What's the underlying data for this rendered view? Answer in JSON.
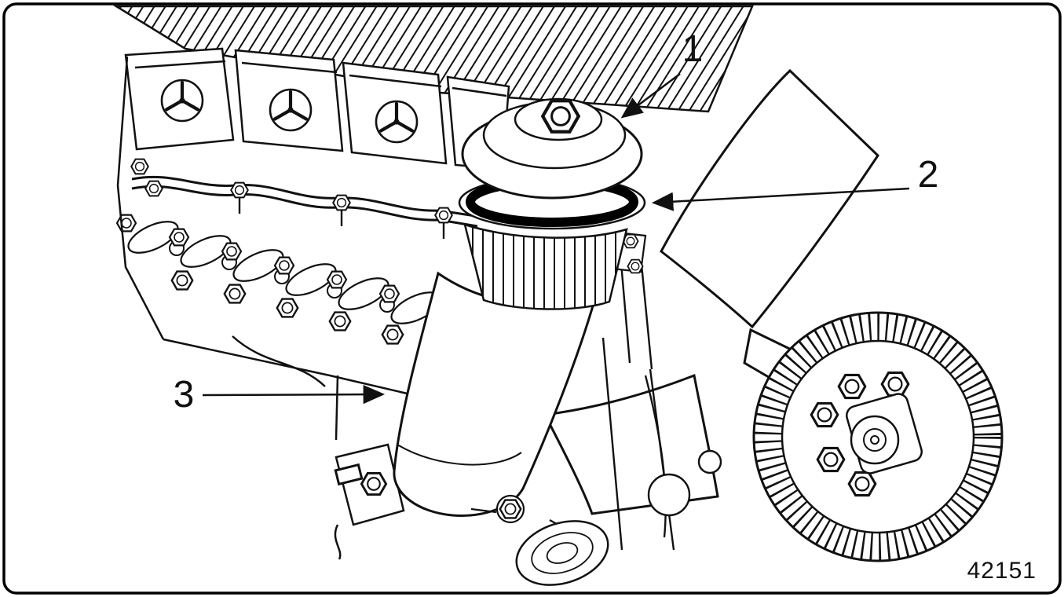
{
  "figure": {
    "number": "42151",
    "callouts": {
      "c1": "1",
      "c2": "2",
      "c3": "3"
    }
  },
  "colors": {
    "line": "#111111",
    "background": "#ffffff"
  }
}
